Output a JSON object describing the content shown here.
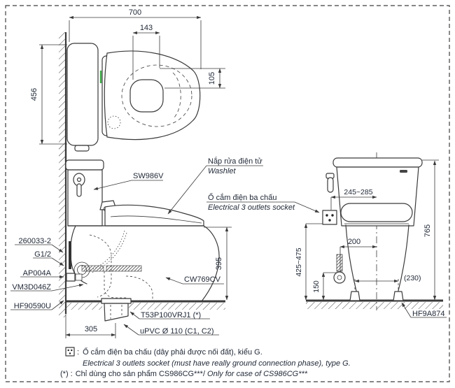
{
  "colors": {
    "line": "#3a3a3a",
    "text": "#222a38",
    "green_indicator": "#3fae49",
    "background": "#ffffff"
  },
  "top_view": {
    "dim_length": "700",
    "dim_hinge": "143",
    "dim_width": "456",
    "dim_offset": "105"
  },
  "side_view": {
    "label_cistern": "SW986V",
    "callout_washlet_vi": "Nắp rửa điện tử",
    "callout_washlet_en": "Washlet",
    "callout_socket_vi": "Ổ cắm điện ba chấu",
    "callout_socket_en": "Electrical 3 outlets socket",
    "label_fitting_1": "260033-2",
    "label_fitting_2": "G1/2",
    "label_fitting_3": "AP004A",
    "label_fitting_4": "VM3D046Z",
    "label_fitting_5": "HF90590U",
    "label_bowl": "CW769CV",
    "label_drain_joint": "T53P100VRJ1 (*)",
    "label_drain_pipe": "uPVC Ø 110 (C1, C2)",
    "dim_seat_height": "395",
    "dim_rough_in": "305"
  },
  "front_view": {
    "label_base": "HF9A874",
    "dim_socket_offset": "245~285",
    "dim_total_height": "765",
    "dim_socket_height": "425~475",
    "dim_valve_height": "150",
    "dim_valve_offset": "200",
    "dim_bolt_spacing": "(230)"
  },
  "notes": {
    "icon_colon": ":",
    "socket_note_vi": "Ổ cắm điện ba chấu (dây phải được nối đất), kiểu G.",
    "socket_note_en": "Electrical 3 outlets socket (must have really ground connection phase), type G.",
    "asterisk_prefix": "(*) :",
    "asterisk_note_vi": "Chỉ dùng cho sản phẩm CS986CG***/",
    "asterisk_note_en": "Only for case of CS986CG***"
  }
}
